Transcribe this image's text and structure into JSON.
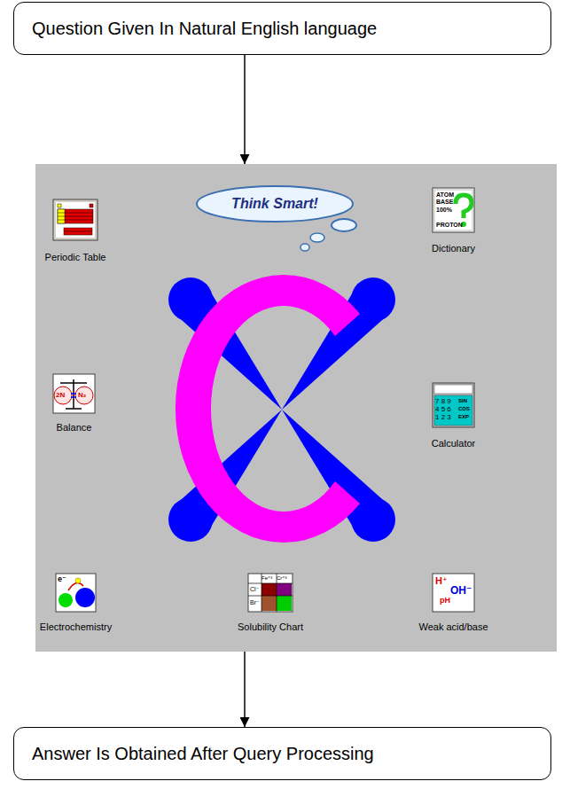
{
  "diagram": {
    "nodes": [
      {
        "text": [
          "Question Given In Natural English language"
        ]
      },
      {
        "text": [
          "Think Smart!"
        ]
      },
      {
        "text": [
          "Periodic Table"
        ],
        "in": 1
      },
      {
        "text": [
          "Dictionary",
          "ATOM",
          "BASE",
          "100%",
          "PROTON"
        ],
        "in": 1
      },
      {
        "text": [
          "Balance",
          "2N",
          "N₂"
        ],
        "in": 1
      },
      {
        "text": [
          "Calculator",
          "7 8 9",
          "4 5 6",
          "1 2 3",
          "SIN",
          "COS",
          "EXP"
        ],
        "in": 1
      },
      {
        "text": [
          "Electrochemistry",
          "e⁻"
        ],
        "in": 1
      },
      {
        "text": [
          "Solubility Chart",
          "Fe⁺³",
          "Cr⁺³",
          "Cl⁻",
          "Br⁻"
        ],
        "in": 1
      },
      {
        "text": [
          "Weak acid/base",
          "H⁺",
          "pH",
          "OH⁻"
        ],
        "in": 1
      },
      {
        "text": [
          "Answer Is Obtained After Query Processing"
        ]
      }
    ],
    "edges": [
      {
        "from": 0,
        "to": 1,
        "arrow": "to"
      },
      {
        "from": 1,
        "to": 9,
        "arrow": "to"
      }
    ]
  }
}
